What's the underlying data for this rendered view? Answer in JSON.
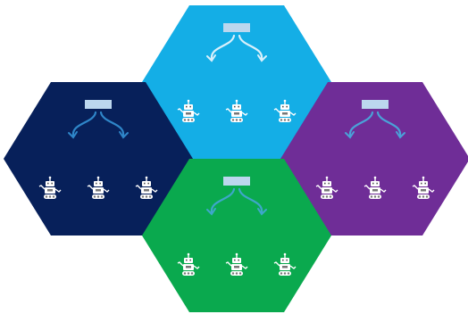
{
  "colors": {
    "background": "#ffffff",
    "label_box": "#bcd7ee",
    "icon": "#ffffff"
  },
  "hexagons": [
    {
      "id": "top",
      "color": "#14aee6",
      "arrow_color": "#d9f0fb",
      "robot_count": 3,
      "robot_icon": "robot-icon"
    },
    {
      "id": "left",
      "color": "#07205a",
      "arrow_color": "#2f86c9",
      "robot_count": 3,
      "robot_icon": "robot-icon"
    },
    {
      "id": "right",
      "color": "#6f2d97",
      "arrow_color": "#4aa2d8",
      "robot_count": 3,
      "robot_icon": "robot-icon"
    },
    {
      "id": "bottom",
      "color": "#0aa94e",
      "arrow_color": "#3ea7c9",
      "robot_count": 3,
      "robot_icon": "robot-icon"
    }
  ]
}
